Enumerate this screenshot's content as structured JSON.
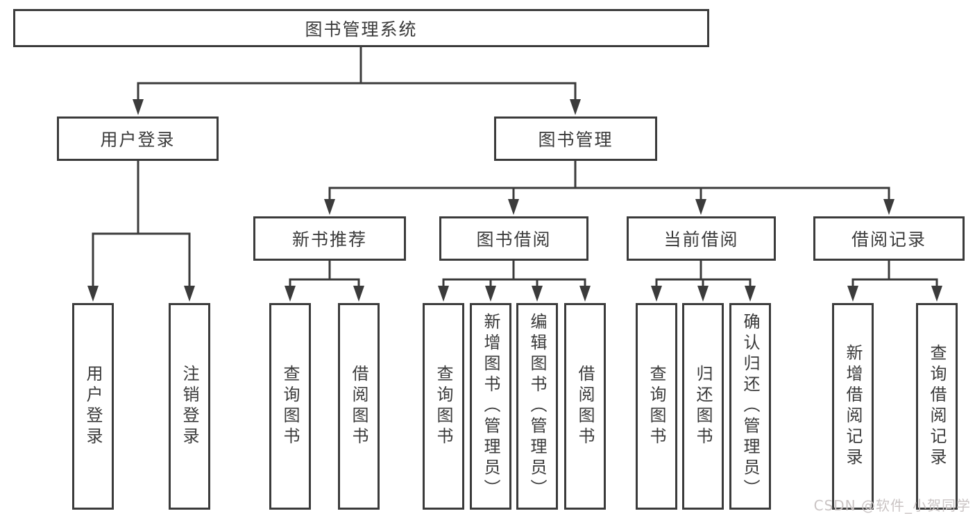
{
  "nodes": {
    "root": "图书管理系统",
    "user_login": "用户登录",
    "book_management": "图书管理",
    "new_book_recommend": "新书推荐",
    "book_borrowing": "图书借阅",
    "current_borrowing": "当前借阅",
    "borrowing_records": "借阅记录",
    "leaf_user_login": "用户登录",
    "leaf_logout_login": "注销登录",
    "leaf_query_books_recommend": "查询图书",
    "leaf_borrow_books_recommend": "借阅图书",
    "leaf_query_books_borrowing": "查询图书",
    "leaf_add_books_admin": "新增图书（管理员）",
    "leaf_edit_books_admin": "编辑图书（管理员）",
    "leaf_borrow_books_borrowing": "借阅图书",
    "leaf_query_books_current": "查询图书",
    "leaf_return_books": "归还图书",
    "leaf_confirm_return_admin": "确认归还（管理员）",
    "leaf_add_borrow_record": "新增借阅记录",
    "leaf_query_borrow_record": "查询借阅记录"
  },
  "watermark": "CSDN @软件_小贺同学",
  "colors": {
    "background": "#ffffff",
    "line": "#3b3b3b",
    "text": "#3a3a3a",
    "watermark": "#cac4c4"
  }
}
